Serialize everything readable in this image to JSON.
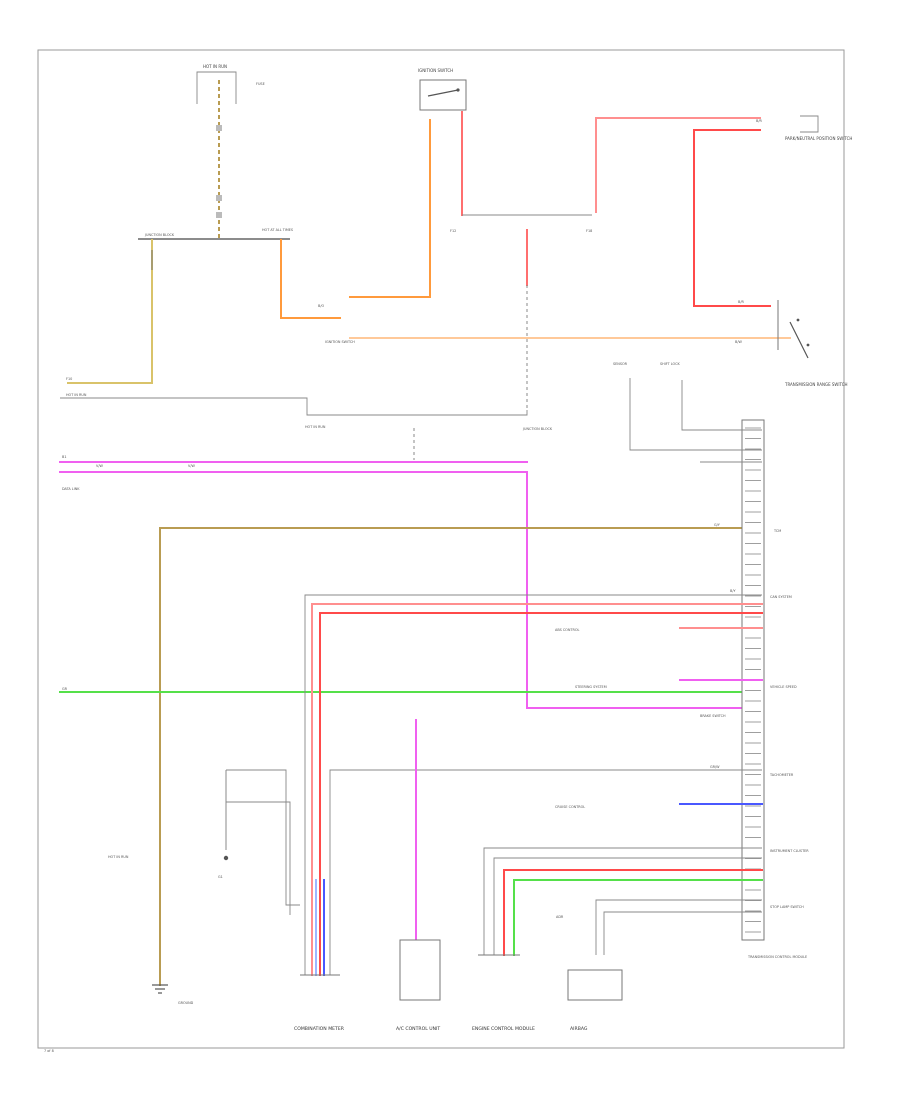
{
  "colors": {
    "black": "#2b2b2b",
    "gray": "#9a9a9a",
    "red": "#ff4a4a",
    "pink": "#ff8f8f",
    "orange": "#ff9a3c",
    "peach": "#ffc999",
    "tan": "#b99c52",
    "yellow": "#d9c36a",
    "violet": "#f060f0",
    "green": "#55e04a",
    "blue": "#4a58ff",
    "lightblue": "#9fb6ff"
  },
  "icons": [
    "switch-icon",
    "ground-icon",
    "connector-pin-icon"
  ],
  "labels": {
    "hot_in_run": "HOT IN RUN",
    "fuse": "FUSE",
    "ignition_sw": "IGNITION SWITCH",
    "hot_at_all_times": "HOT AT ALL TIMES",
    "battery_junction": "JUNCTION BLOCK",
    "park_neutral": "PARK/NEUTRAL POSITION SWITCH",
    "transmission_range": "TRANSMISSION RANGE SWITCH",
    "data_link": "DATA LINK",
    "g1": "G1",
    "tcm": "TCM",
    "airbag": "AIRBAG",
    "adr": "ADR",
    "combination_meter": "COMBINATION METER",
    "tachometer": "TACHOMETER",
    "abs_control": "ABS CONTROL",
    "cruise_control": "CRUISE CONTROL",
    "ac_control": "A/C CONTROL UNIT",
    "engine_control": "ENGINE CONTROL MODULE",
    "steering_system": "STEERING SYSTEM",
    "can_system": "CAN SYSTEM",
    "instrument_cluster": "INSTRUMENT CLUSTER",
    "vehicle_speed": "VEHICLE SPEED",
    "brake_sw": "BRAKE SWITCH",
    "stop_lamp": "STOP LAMP SWITCH",
    "shift_lock": "SHIFT LOCK",
    "sensor": "SENSOR",
    "ground": "GROUND",
    "transmission_ctrl": "TRANSMISSION CONTROL MODULE",
    "page": "7 of 8"
  }
}
